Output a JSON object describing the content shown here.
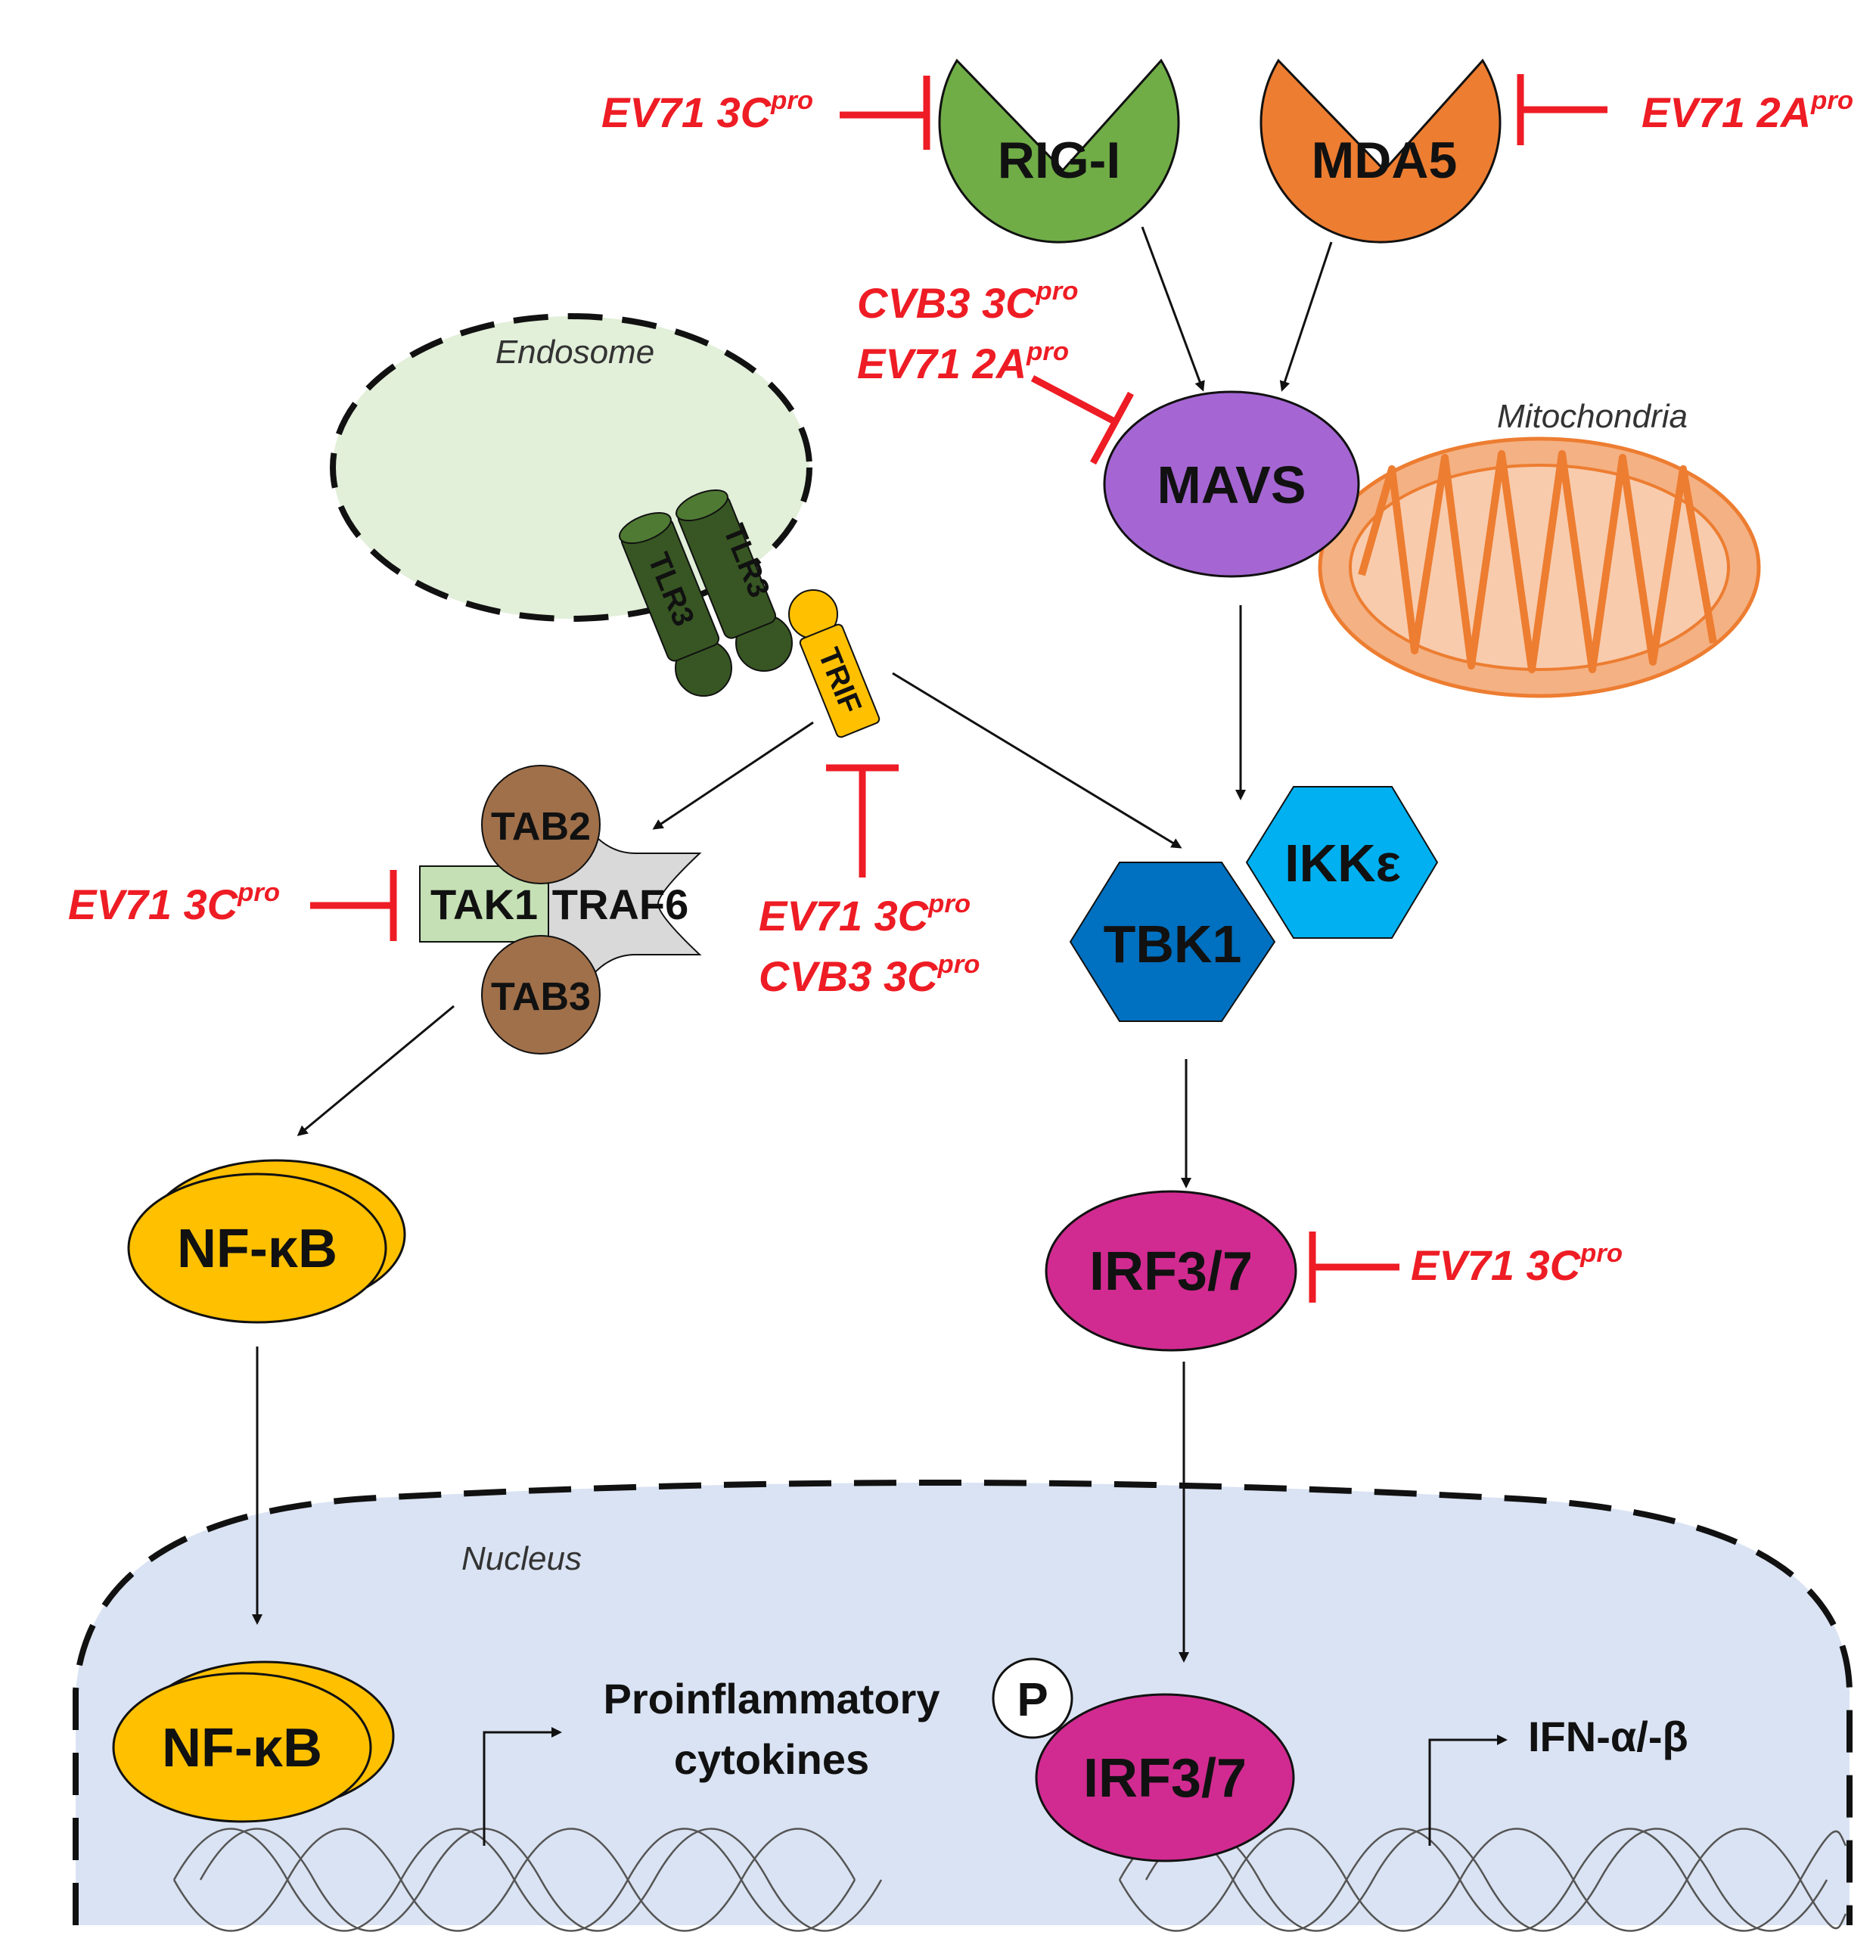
{
  "compartments": {
    "endosome": "Endosome",
    "mitochondria": "Mitochondria",
    "nucleus": "Nucleus"
  },
  "proteins": {
    "rigi": "RIG-I",
    "mda5": "MDA5",
    "mavs": "MAVS",
    "tlr3_a": "TLR3",
    "tlr3_b": "TLR3",
    "trif": "TRIF",
    "tab2": "TAB2",
    "tak1": "TAK1",
    "traf6": "TRAF6",
    "tab3": "TAB3",
    "ikke": "IKKε",
    "tbk1": "TBK1",
    "irf_cyto": "IRF3/7",
    "nfkb_cyto": "NF-κB",
    "nfkb_nuc": "NF-κB",
    "irf_nuc": "IRF3/7",
    "phospho": "P"
  },
  "outputs": {
    "proinflammatory_line1": "Proinflammatory",
    "proinflammatory_line2": "cytokines",
    "ifn": "IFN-α/-β"
  },
  "inhibitors": {
    "rigi": {
      "virus": "EV71 3C",
      "sup": "pro"
    },
    "mda5": {
      "virus": "EV71 2A",
      "sup": "pro"
    },
    "mavs_1": {
      "virus": "CVB3 3C",
      "sup": "pro"
    },
    "mavs_2": {
      "virus": "EV71 2A",
      "sup": "pro"
    },
    "tak1": {
      "virus": "EV71 3C",
      "sup": "pro"
    },
    "trif_1": {
      "virus": "EV71 3C",
      "sup": "pro"
    },
    "trif_2": {
      "virus": "CVB3 3C",
      "sup": "pro"
    },
    "irf": {
      "virus": "EV71 3C",
      "sup": "pro"
    }
  },
  "colors": {
    "inhibition": "#ee1c24",
    "rigi": "#70ad47",
    "mda5": "#ed7d31",
    "mavs": "#a566d3",
    "mitochondria": "#f4b183",
    "endosome": "#e2efd9",
    "tlr3": "#375623",
    "trif": "#ffc000",
    "tab": "#a0704a",
    "tak1": "#c5e0b4",
    "traf6": "#d9d9d9",
    "ikke": "#00b0f0",
    "tbk1": "#0070c0",
    "irf": "#d12b91",
    "nfkb": "#ffc000",
    "nucleus": "#dae3f3"
  }
}
